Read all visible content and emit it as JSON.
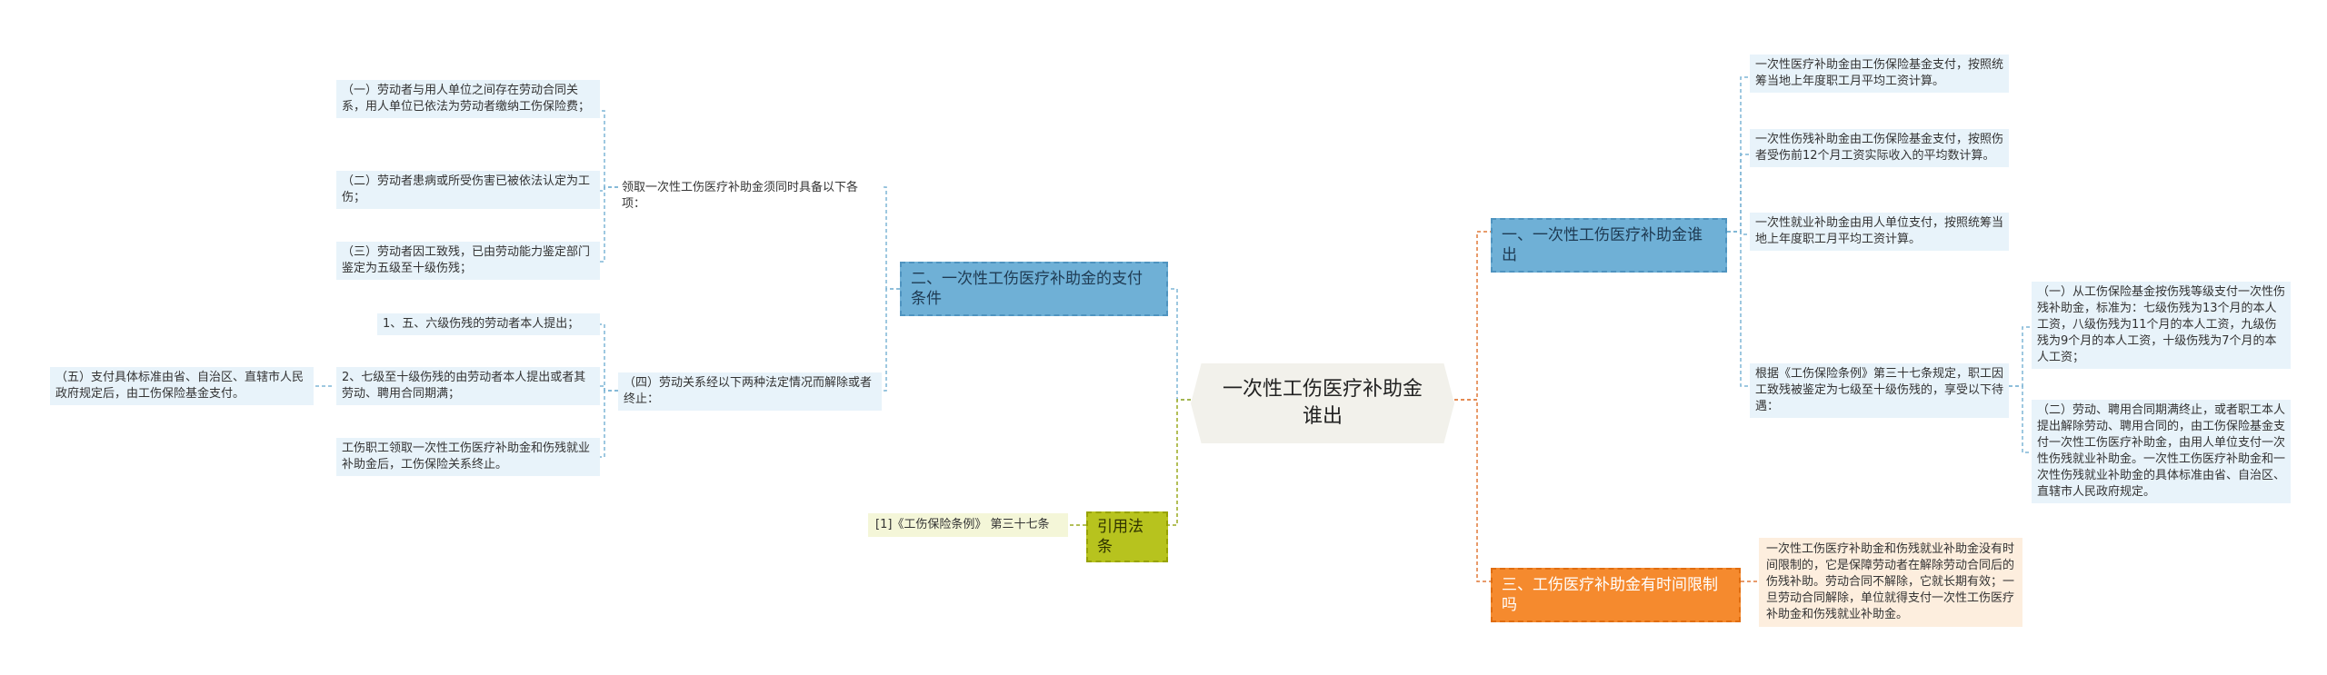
{
  "root": "一次性工伤医疗补助金谁出",
  "right": {
    "branch1": {
      "title": "一、一次性工伤医疗补助金谁出",
      "leaves": [
        "一次性医疗补助金由工伤保险基金支付，按照统筹当地上年度职工月平均工资计算。",
        "一次性伤残补助金由工伤保险基金支付，按照伤者受伤前12个月工资实际收入的平均数计算。",
        "一次性就业补助金由用人单位支付，按照统筹当地上年度职工月平均工资计算。"
      ],
      "sub": {
        "text": "根据《工伤保险条例》第三十七条规定，职工因工致残被鉴定为七级至十级伤残的，享受以下待遇：",
        "items": [
          "（一）从工伤保险基金按伤残等级支付一次性伤残补助金，标准为：七级伤残为13个月的本人工资，八级伤残为11个月的本人工资，九级伤残为9个月的本人工资，十级伤残为7个月的本人工资；",
          "（二）劳动、聘用合同期满终止，或者职工本人提出解除劳动、聘用合同的，由工伤保险基金支付一次性工伤医疗补助金，由用人单位支付一次性伤残就业补助金。一次性工伤医疗补助金和一次性伤残就业补助金的具体标准由省、自治区、直辖市人民政府规定。"
        ]
      }
    },
    "branch3": {
      "title": "三、工伤医疗补助金有时间限制吗",
      "leaf": "一次性工伤医疗补助金和伤残就业补助金没有时间限制的，它是保障劳动者在解除劳动合同后的伤残补助。劳动合同不解除，它就长期有效；一旦劳动合同解除，单位就得支付一次性工伤医疗补助金和伤残就业补助金。"
    }
  },
  "left": {
    "branch2": {
      "title": "二、一次性工伤医疗补助金的支付条件",
      "groupA": {
        "text": "领取一次性工伤医疗补助金须同时具备以下各项：",
        "items": [
          "（一）劳动者与用人单位之间存在劳动合同关系，用人单位已依法为劳动者缴纳工伤保险费；",
          "（二）劳动者患病或所受伤害已被依法认定为工伤；",
          "（三）劳动者因工致残，已由劳动能力鉴定部门鉴定为五级至十级伤残；"
        ]
      },
      "groupB": {
        "text": "（四）劳动关系经以下两种法定情况而解除或者终止：",
        "items": [
          "1、五、六级伤残的劳动者本人提出；",
          "2、七级至十级伤残的由劳动者本人提出或者其劳动、聘用合同期满；",
          "工伤职工领取一次性工伤医疗补助金和伤残就业补助金后，工伤保险关系终止。"
        ],
        "far": "（五）支付具体标准由省、自治区、直辖市人民政府规定后，由工伤保险基金支付。"
      }
    },
    "law": {
      "title": "引用法条",
      "leaf": "[1]《工伤保险条例》 第三十七条"
    }
  },
  "colors": {
    "blue": "#6fb0d6",
    "orange": "#f58a2e",
    "olive": "#b7c31e",
    "line_blue": "#7fb5d5"
  }
}
